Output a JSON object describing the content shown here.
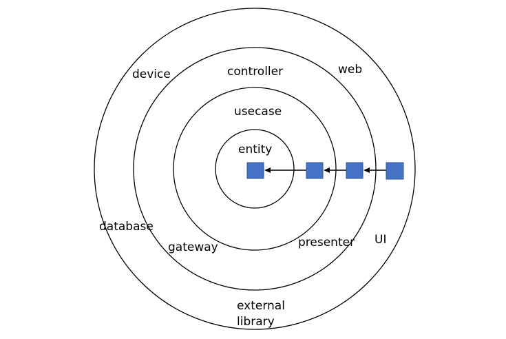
{
  "layers": {
    "entity": "entity",
    "usecase": "usecase",
    "controller": "controller",
    "device": "device",
    "web": "web",
    "database": "database",
    "gateway": "gateway",
    "presenter": "presenter",
    "ui": "UI",
    "external_line1": "external",
    "external_line2": "library"
  },
  "colors": {
    "box_fill": "#4472c4",
    "box_stroke": "#2f5597",
    "ring_stroke": "#000000"
  }
}
